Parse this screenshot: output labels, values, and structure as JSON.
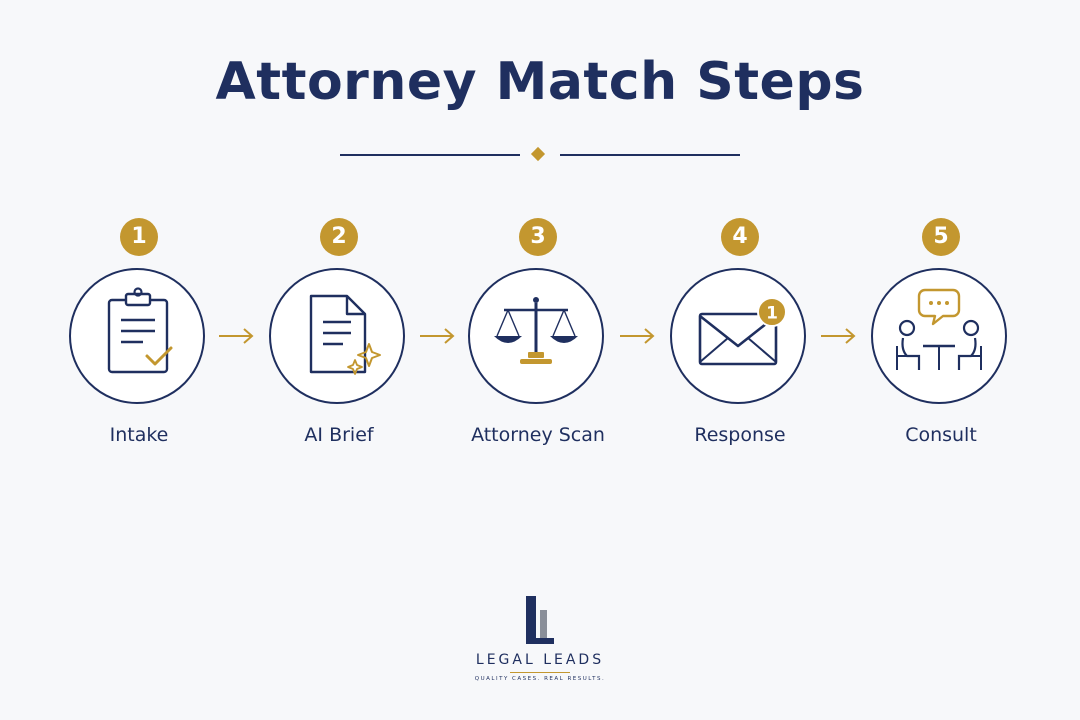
{
  "title": "Attorney Match Steps",
  "steps": [
    {
      "number": "1",
      "label": "Intake"
    },
    {
      "number": "2",
      "label": "AI Brief"
    },
    {
      "number": "3",
      "label": "Attorney Scan"
    },
    {
      "number": "4",
      "label": "Response"
    },
    {
      "number": "5",
      "label": "Consult"
    }
  ],
  "notification_count": "1",
  "logo": {
    "monogram": "LL",
    "brand": "LEGAL LEADS",
    "tagline": "QUALITY CASES. REAL RESULTS."
  },
  "colors": {
    "navy": "#1f2f5f",
    "gold": "#c3972f",
    "background": "#f7f8fa"
  }
}
